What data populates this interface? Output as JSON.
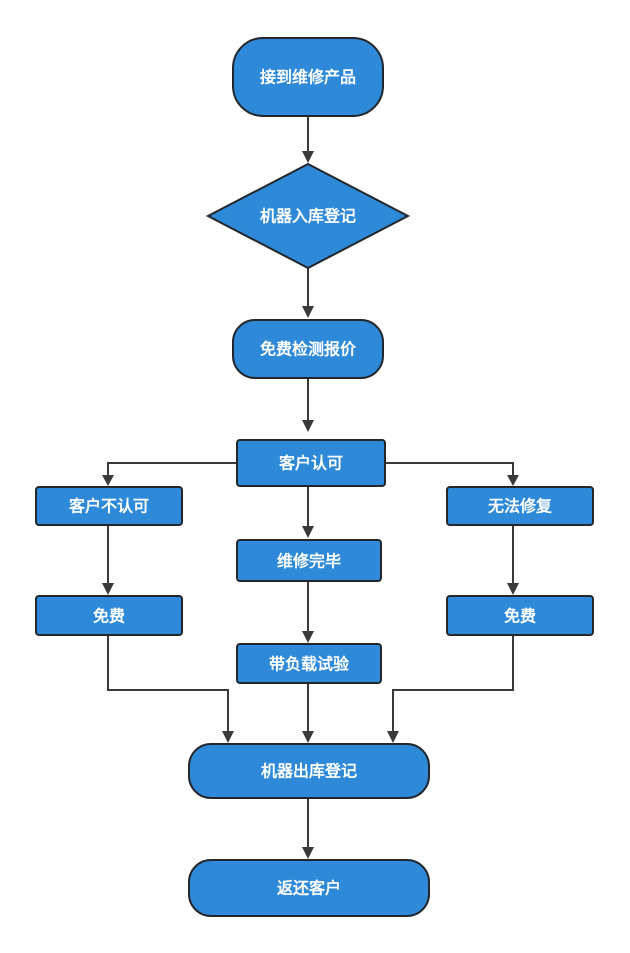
{
  "nodes": {
    "start": "接到维修产品",
    "checkin": "机器入库登记",
    "quote": "免费检测报价",
    "approve": "客户认可",
    "reject": "客户不认可",
    "unfixable": "无法修复",
    "repaired": "维修完毕",
    "free_left": "免费",
    "free_right": "免费",
    "load_test": "带负载试验",
    "checkout": "机器出库登记",
    "return": "返还客户"
  },
  "colors": {
    "node_fill": "#2e8ad8",
    "node_border": "#23262b",
    "edge": "#3a3a3a",
    "text": "#ffffff"
  }
}
